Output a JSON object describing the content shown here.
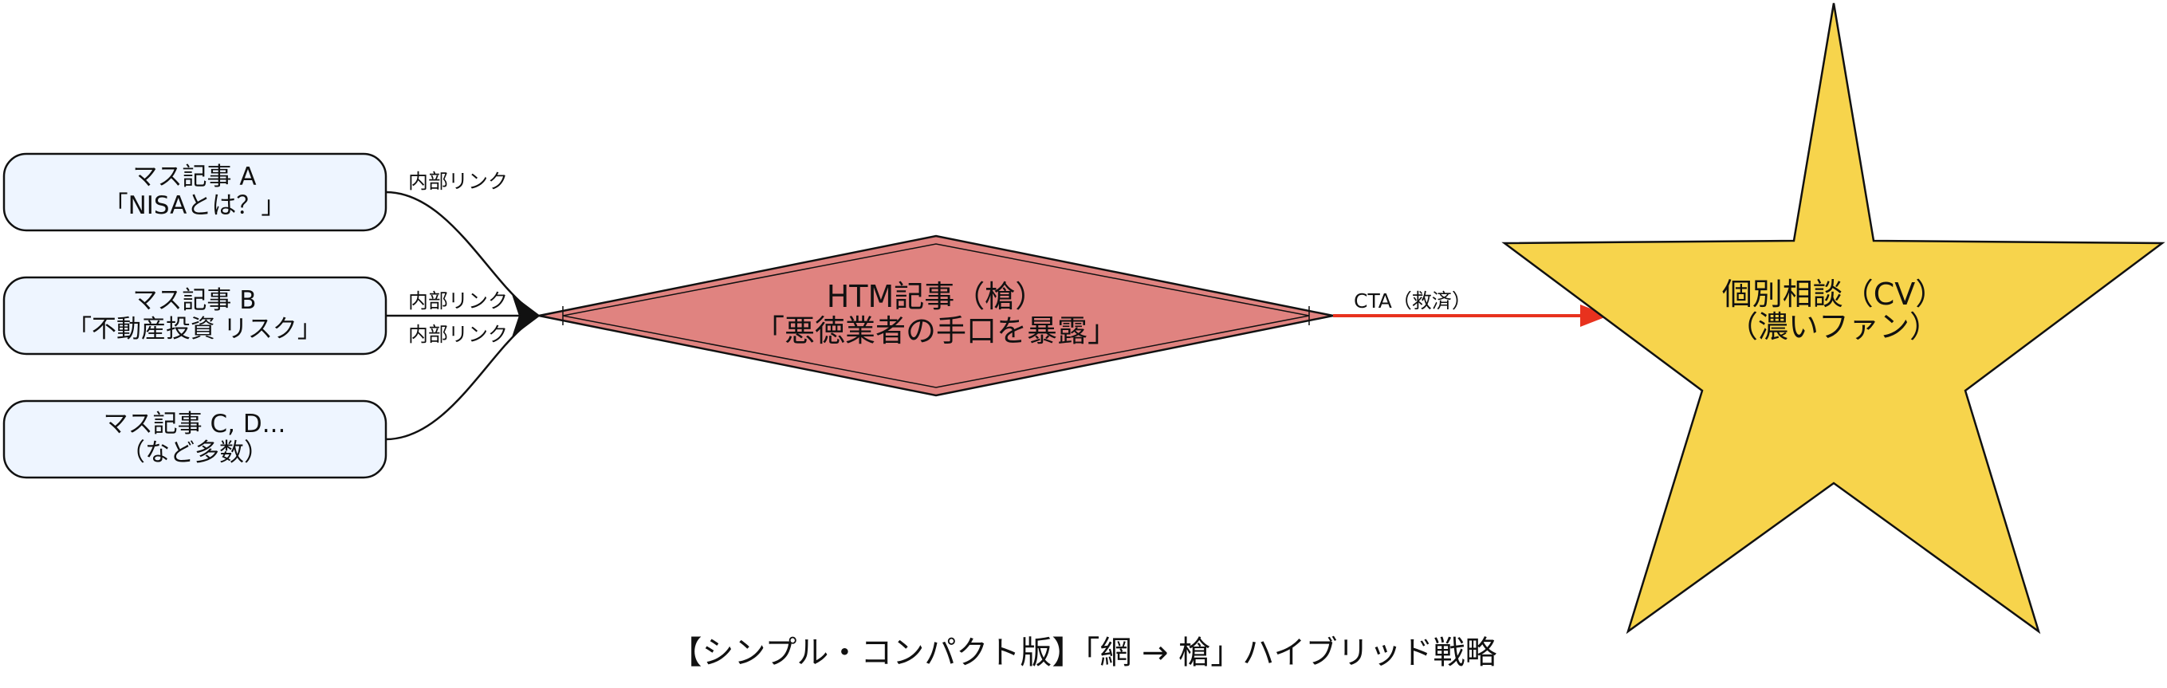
{
  "nodes": {
    "mass_a": {
      "line1": "マス記事 A",
      "line2": "「NISAとは？」"
    },
    "mass_b": {
      "line1": "マス記事 B",
      "line2": "「不動産投資 リスク」"
    },
    "mass_cd": {
      "line1": "マス記事 C, D...",
      "line2": "（など多数）"
    },
    "htm": {
      "line1": "HTM記事（槍）",
      "line2": "「悪徳業者の手口を暴露」"
    },
    "cv": {
      "line1": "個別相談（CV）",
      "line2": "（濃いファン）"
    }
  },
  "edges": {
    "link_a": "内部リンク",
    "link_b": "内部リンク",
    "link_cd": "内部リンク",
    "cta": "CTA（救済）"
  },
  "caption": "【シンプル・コンパクト版】「網 → 槍」ハイブリッド戦略",
  "colors": {
    "mass_fill": "#eef5ff",
    "htm_fill": "#e08380",
    "star_fill": "#f7d44c",
    "cta_arrow": "#e8321e",
    "stroke": "#111111"
  }
}
